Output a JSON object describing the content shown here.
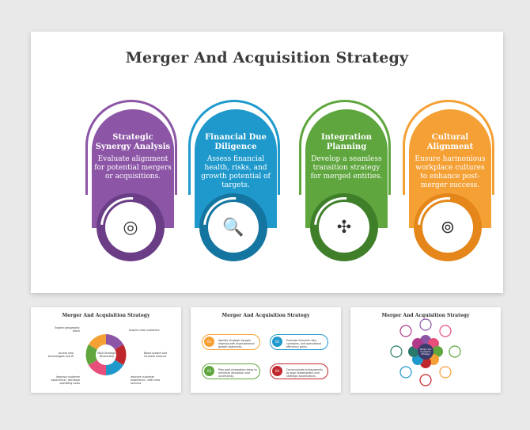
{
  "main_slide": {
    "title": "Merger And Acquisition Strategy",
    "cards": [
      {
        "title": "Strategic Synergy Analysis",
        "desc": "Evaluate alignment for potential mergers or acquisitions.",
        "color": "#8c55a6",
        "dark": "#6a3d86",
        "icon": "target-team-icon",
        "glyph": "◎"
      },
      {
        "title": "Financial Due Diligence",
        "desc": "Assess financial health, risks, and growth potential of targets.",
        "color": "#1f99cc",
        "dark": "#1475a0",
        "icon": "document-search-icon",
        "glyph": "🔍"
      },
      {
        "title": "Integration Planning",
        "desc": "Develop a seamless transition strategy for merged entities.",
        "color": "#5ea63d",
        "dark": "#3f7f2a",
        "icon": "network-hub-icon",
        "glyph": "✣"
      },
      {
        "title": "Cultural Alignment",
        "desc": "Ensure harmonious workplace cultures to enhance post-merger success.",
        "color": "#f5a035",
        "dark": "#e4861a",
        "icon": "target-process-icon",
        "glyph": "⊚"
      }
    ]
  },
  "thumbnails": [
    {
      "title": "Merger And Acquisition Strategy",
      "center": "M&A Strategic Partnership",
      "labels": [
        "Expand geographic reach",
        "Acquire new customers",
        "Access new technologies and IP",
        "Boost growth and increase revenue",
        "Improve customer experience / decrease operating costs",
        "Improve customer experience / offer new services"
      ]
    },
    {
      "title": "Merger And Acquisition Strategy",
      "pills": [
        {
          "num": "01",
          "text": "Identify strategic targets aligning with organizational growth objectives.",
          "color": "#f5a035"
        },
        {
          "num": "02",
          "text": "Evaluate financial risks, synergies, and operational efficiency gains.",
          "color": "#1f99cc"
        },
        {
          "num": "03",
          "text": "Plan post-integration steps to minimize disruption and uncertainty.",
          "color": "#5ea63d"
        },
        {
          "num": "04",
          "text": "Communicate transparently to align stakeholders and strategic expectations.",
          "color": "#c0272d"
        }
      ]
    },
    {
      "title": "Merger And Acquisition Strategy",
      "center": "Merger and Acquisition Strategy"
    }
  ]
}
